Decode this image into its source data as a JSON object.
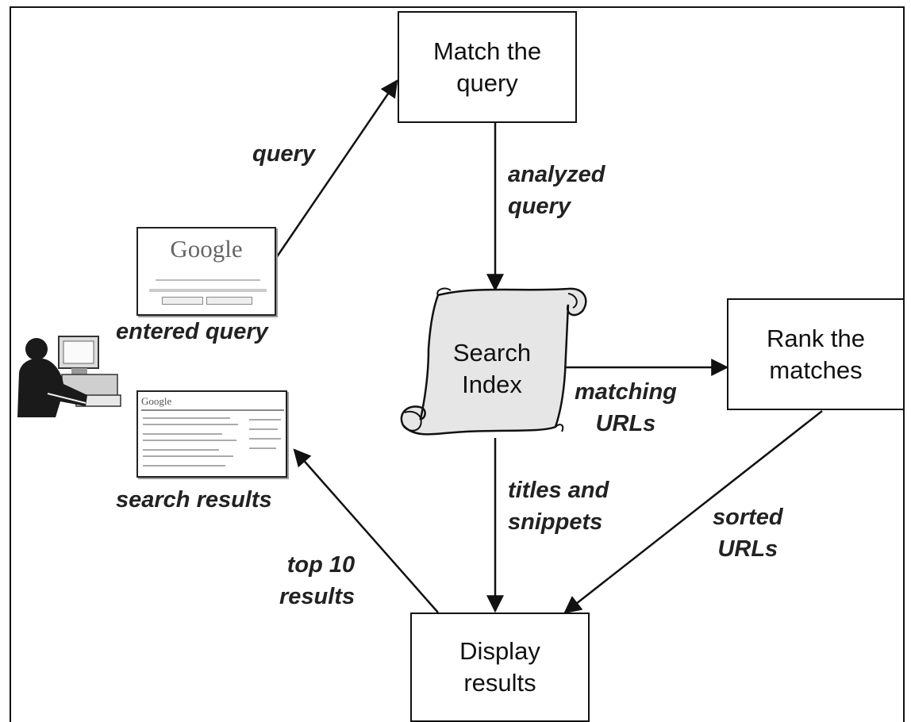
{
  "nodes": {
    "match": "Match the\nquery",
    "index": "Search\nIndex",
    "rank": "Rank the\nmatches",
    "display": "Display\nresults"
  },
  "labels": {
    "query": "query",
    "analyzed_query": "analyzed\nquery",
    "matching_urls": "matching\nURLs",
    "sorted_urls": "sorted\nURLs",
    "titles_snippets": "titles and\nsnippets",
    "top10": "top 10\nresults",
    "entered_query": "entered query",
    "search_results": "search results"
  },
  "thumbnails": {
    "google_logo": "Google",
    "results_logo": "Google"
  },
  "icons": {
    "user": "user-at-computer-icon",
    "scroll": "scroll-icon"
  }
}
